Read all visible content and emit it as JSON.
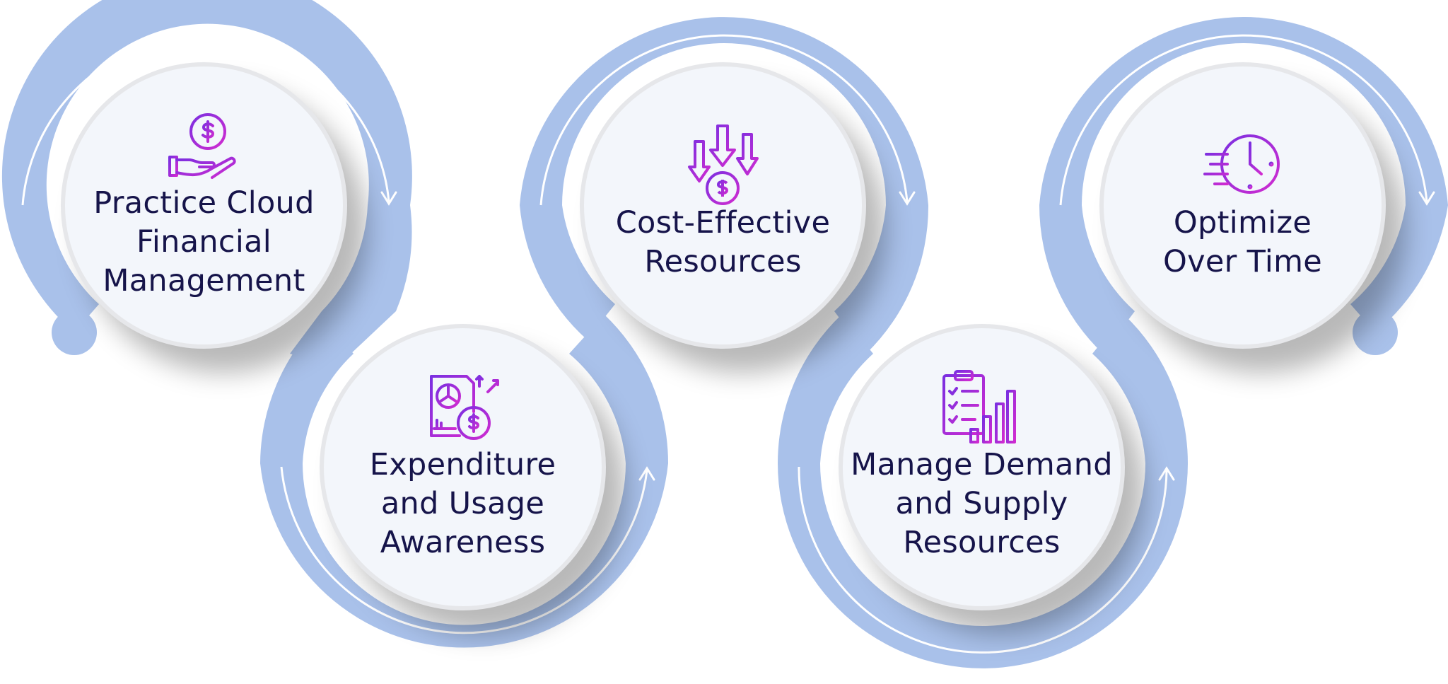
{
  "steps": [
    {
      "label": "Practice Cloud\nFinancial\nManagement",
      "icon": "hand-holding-dollar-icon"
    },
    {
      "label": "Expenditure\nand Usage\nAwareness",
      "icon": "report-chart-dollar-icon"
    },
    {
      "label": "Cost-Effective\nResources",
      "icon": "down-arrows-dollar-icon"
    },
    {
      "label": "Manage Demand\nand Supply\nResources",
      "icon": "clipboard-bar-chart-icon"
    },
    {
      "label": "Optimize\nOver Time",
      "icon": "fast-clock-icon"
    }
  ],
  "colors": {
    "ribbon": "#a9c1ea",
    "ribbon_line": "#ffffff",
    "circle_fill": "#f3f6fb",
    "text": "#16144a",
    "icon_gradient_start": "#7b2fe0",
    "icon_gradient_end": "#d12bd0"
  }
}
